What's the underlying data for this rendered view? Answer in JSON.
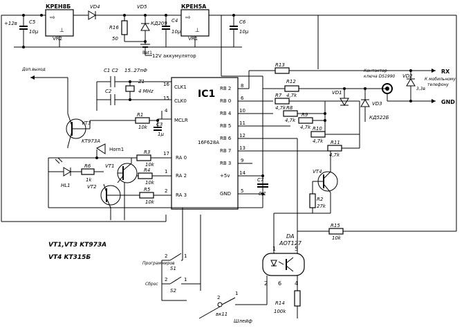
{
  "supply": {
    "input_label": "+12в",
    "c5_name": "C5",
    "c5_value": "10µ",
    "reg1_type": "КРЕН8Б",
    "reg1_name": "VR2",
    "vd4": "VD4",
    "r16_name": "R16",
    "r16_value": "50",
    "vd5_name": "VD5",
    "vd5_type": "КД209",
    "c4_name": "C4",
    "c4_value": "10µ",
    "bat_name": "Bat1",
    "bat_label": "12V аккумулятор",
    "reg2_type": "КРЕН5А",
    "reg2_name": "VR1",
    "c6_name": "C6",
    "c6_value": "10µ",
    "c1c2": "C1 C2",
    "c1c2_value": "15..27пФ",
    "c2_name": "C2",
    "z1_name": "Z1",
    "z1_freq": "4 MHz",
    "dop_label": "Доп.выход"
  },
  "ic": {
    "name": "IC1",
    "type": "16F628A",
    "left_pins": [
      {
        "num": "16",
        "label": "CLK1"
      },
      {
        "num": "15",
        "label": "CLK0"
      },
      {
        "num": "4",
        "label": ""
      },
      {
        "num": "",
        "label": "MCLR"
      },
      {
        "num": "17",
        "label": "RA 0"
      },
      {
        "num": "1",
        "label": "RA 2"
      },
      {
        "num": "2",
        "label": "RA 3"
      }
    ],
    "right_pins": [
      {
        "num": "8",
        "label": "RB 2"
      },
      {
        "num": "6",
        "label": "RB 0"
      },
      {
        "num": "10",
        "label": "RB 4"
      },
      {
        "num": "11",
        "label": "RB 5"
      },
      {
        "num": "12",
        "label": "RB 6"
      },
      {
        "num": "13",
        "label": "RB 7"
      },
      {
        "num": "9",
        "label": "RB 3"
      },
      {
        "num": "14",
        "label": "+5v"
      },
      {
        "num": "5",
        "label": "GND"
      }
    ]
  },
  "left_parts": {
    "r1_name": "R1",
    "r1_value": "10k",
    "c3_name": "C3",
    "c3_value": "1µ",
    "vt3_name": "VT3",
    "vt3_type": "KT973A",
    "horn": "Horn1",
    "vt1": "VT1",
    "hl1": "HL1",
    "r6_name": "R6",
    "r6_value": "1k",
    "vt2": "VT2",
    "r3_name": "R3",
    "r3_value": "10k",
    "r4_name": "R4",
    "r4_value": "10k",
    "r5_name": "R5",
    "r5_value": "10k",
    "c7_name": "C7",
    "c7_value": "0,1"
  },
  "right_parts": {
    "r13": "R13",
    "r12": "R12",
    "r12v": "4,7k",
    "r7": "R7",
    "r7v": "4,7k",
    "r8": "R8",
    "r8v": "4,7k",
    "r9": "R9",
    "r9v": "4,7k",
    "r10": "R10",
    "r10v": "4,7k",
    "r11": "R11",
    "r11v": "4,7k",
    "vd1": "VD1",
    "vd3": "VD3",
    "vd3_type": "КД522Б",
    "vd2": "VD2",
    "vd2_value": "3,3в",
    "rx": "RX",
    "gnd": "GND",
    "contact_label_1": "Контактор",
    "contact_label_2": "ключа DS1990",
    "phone_1": "К мобильному",
    "phone_2": "телефону",
    "vt4": "VT4",
    "r2": "R2",
    "r2v": "27k",
    "r15": "R15",
    "r15v": "10k",
    "da": "DA",
    "da_type": "AOT127",
    "opto_pin1": "1",
    "opto_pin5": "5",
    "opto_pin2": "2",
    "opto_pin6": "6",
    "opto_pin4": "4",
    "r14": "R14",
    "r14v": "100k"
  },
  "notes": {
    "line1": "VT1,VT3   KT973A",
    "line2": "VT4   KT315Б",
    "prog_label": "Программиров",
    "s1": "S1",
    "reset_label": "Сброс",
    "s2": "S2",
    "sw_name": "вк11",
    "shleif": "Шлейф",
    "sw_a": "2",
    "sw_b": "1",
    "sw_c": "2",
    "sw_d": "1",
    "sw_e": "2",
    "sw_f": "1"
  }
}
